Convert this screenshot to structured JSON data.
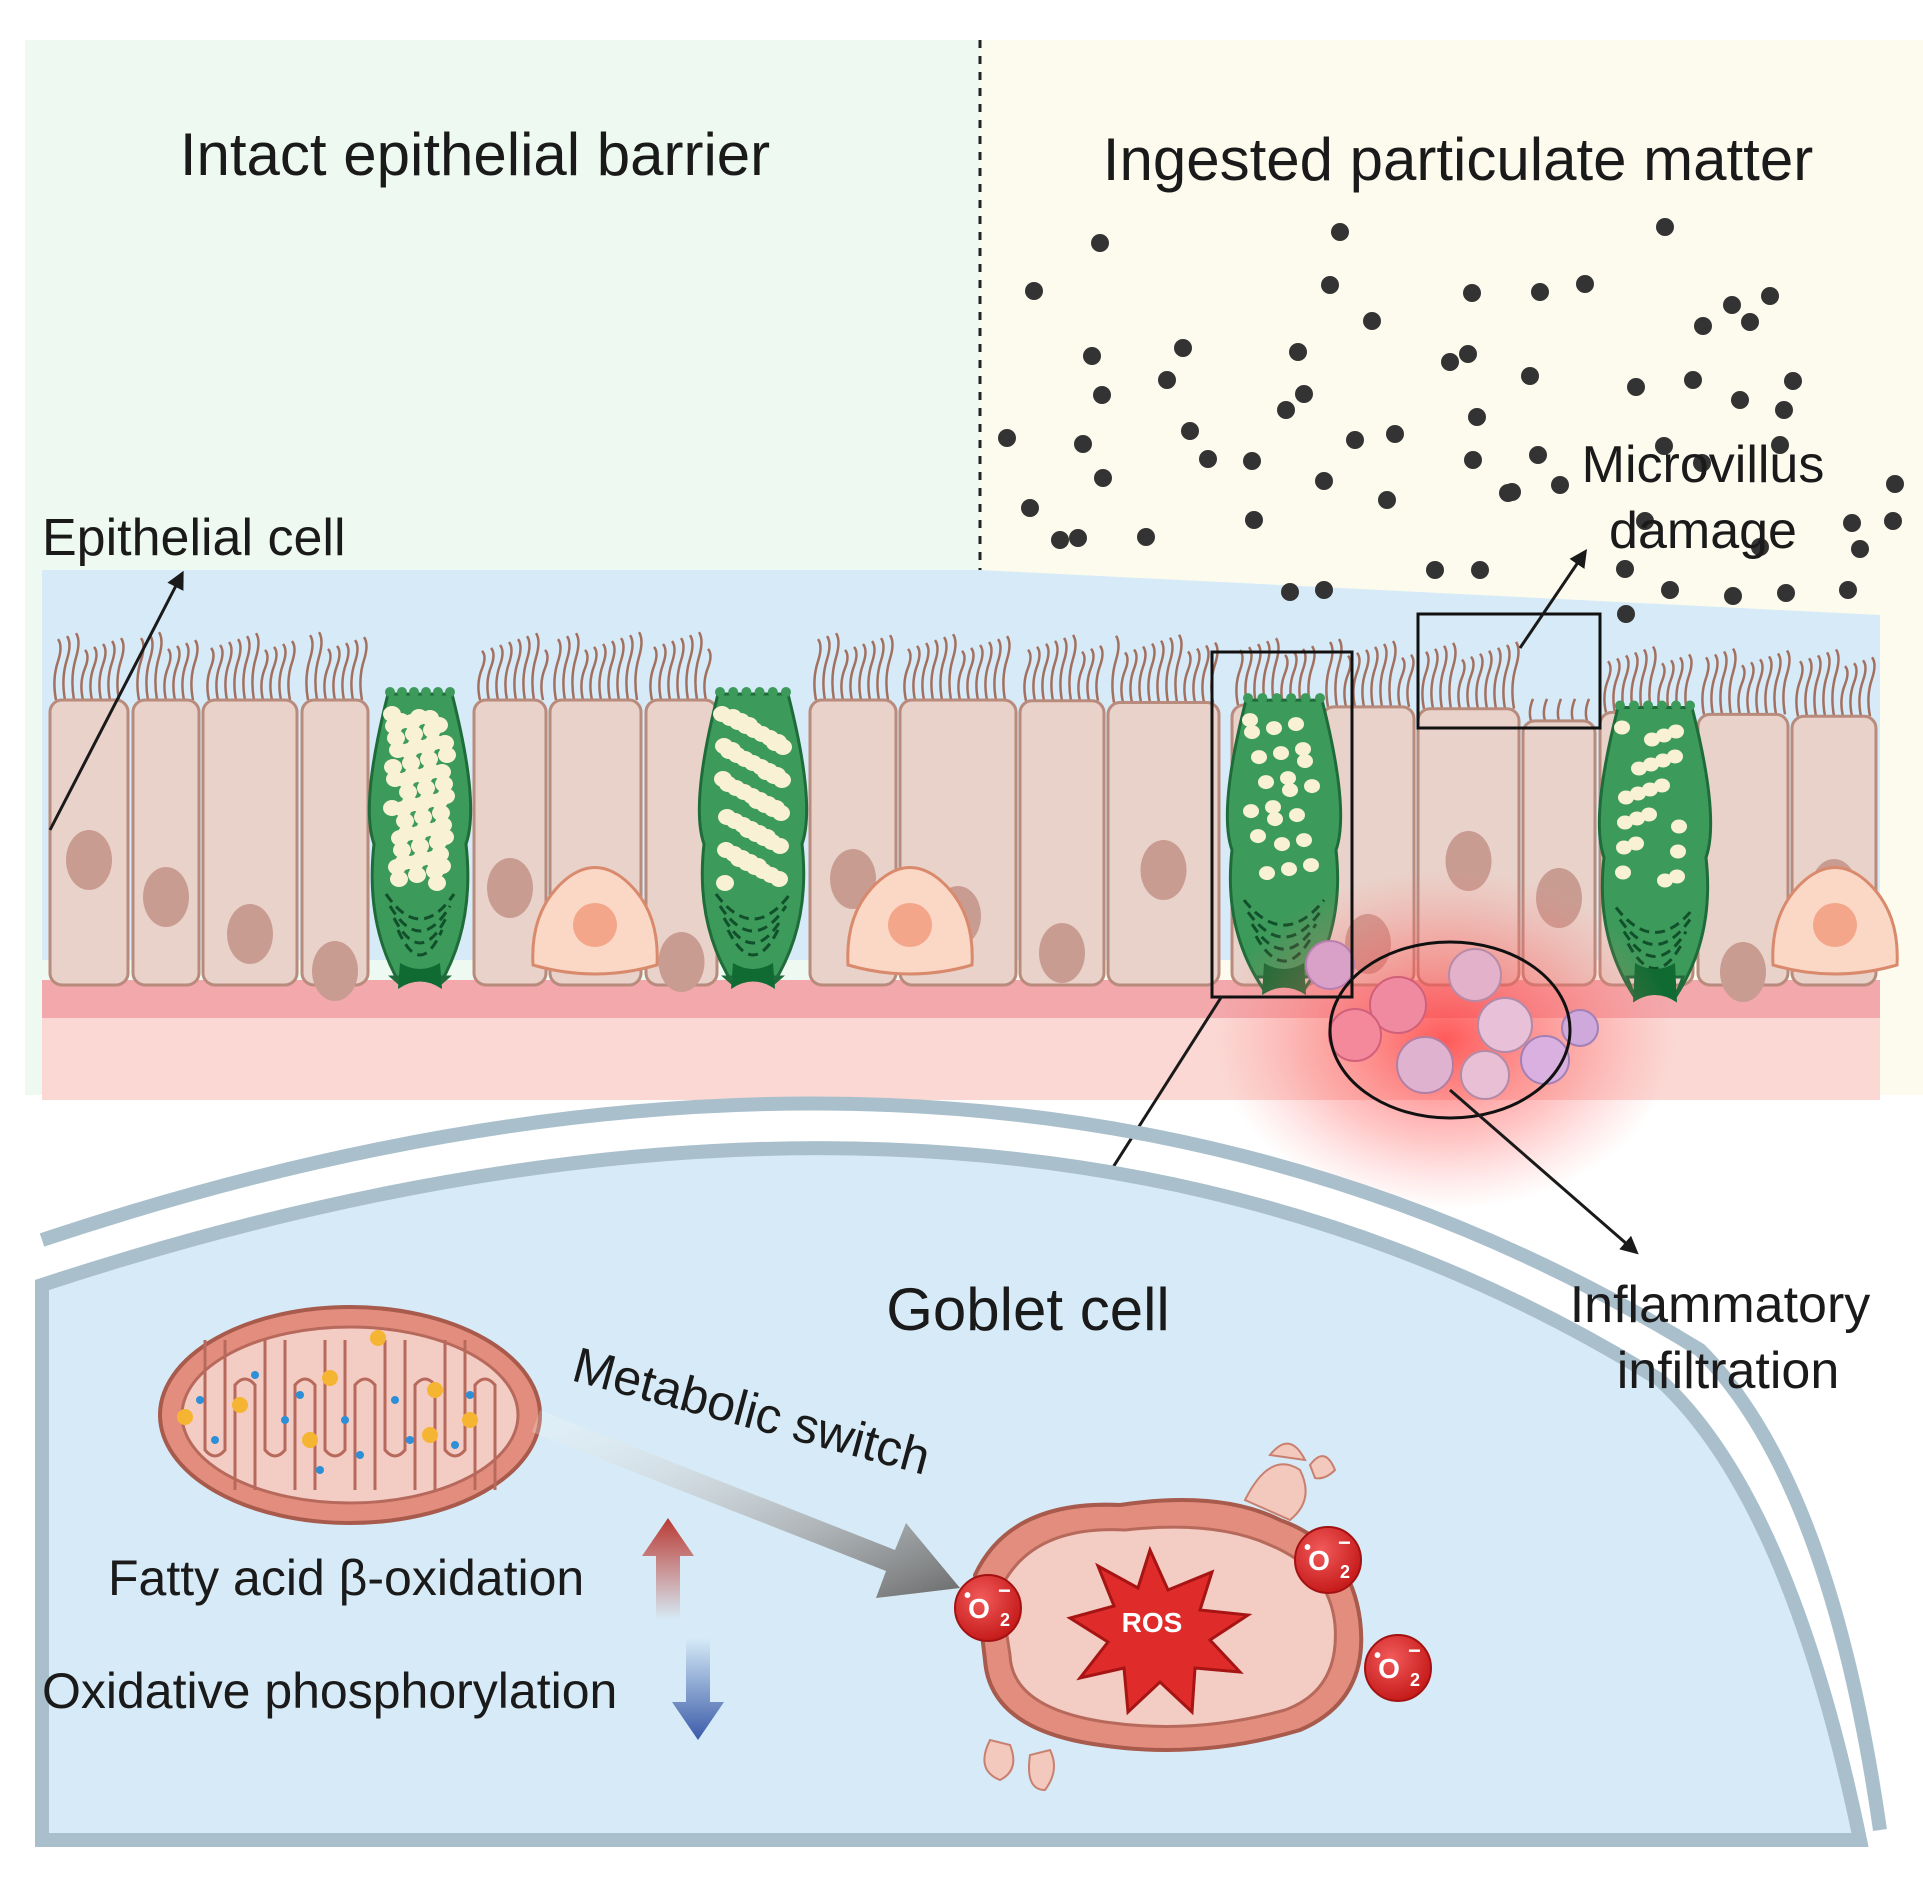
{
  "panels": {
    "left_title": "Intact epithelial barrier",
    "right_title": "Ingested particulate matter"
  },
  "labels": {
    "epithelial_cell": "Epithelial cell",
    "microvillus_line1": "Microvillus",
    "microvillus_line2": "damage",
    "goblet_cell": "Goblet cell",
    "inflammatory_line1": "Inflammatory",
    "inflammatory_line2": "infiltration",
    "metabolic_switch": "Metabolic switch",
    "fatty_acid": "Fatty acid β-oxidation",
    "oxphos": "Oxidative phosphorylation",
    "ros": "ROS",
    "superoxide_sym": "O",
    "superoxide_sub": "2",
    "superoxide_dot": "•",
    "superoxide_charge": "−"
  },
  "colors": {
    "left_bg": "#eef9f1",
    "right_bg": "#fdfbee",
    "lumen": "#d6ebf7",
    "cell_fill": "#e9d2ca",
    "cell_stroke": "#b98b7d",
    "nucleus": "#c99c92",
    "goblet": "#3c9a5a",
    "goblet_dark": "#0f6b32",
    "granule": "#f8f1d4",
    "basement": "#f3a8ab",
    "lamina": "#fbd8d4",
    "particle": "#333333",
    "ros_red": "#e02b2b",
    "arrow_up": "#c0392b",
    "arrow_down": "#3a5aa8"
  }
}
